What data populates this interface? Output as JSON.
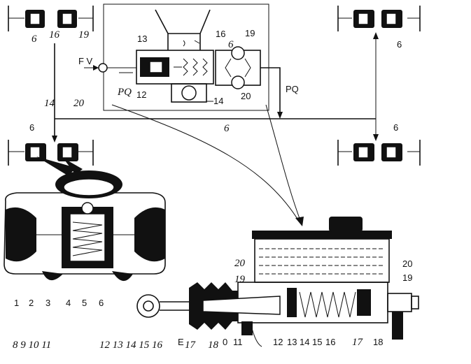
{
  "schematic": {
    "wheel_tl_labels": [
      "6",
      "16",
      "19"
    ],
    "valve_labels": {
      "top_left": "13",
      "top_right": "16",
      "check_top": "19",
      "check_top_num": "6",
      "check_bottom": "20",
      "piston": "12",
      "check_valve": "14"
    },
    "input_label": "F V",
    "pq_left": "PQ",
    "pq_right": "PQ",
    "left_line_14": "14",
    "left_line_20": "20",
    "main_line": "6",
    "wheel_labels": {
      "tr": "6",
      "ml": "6",
      "mr": "6"
    }
  },
  "caliper_labels": [
    "1",
    "2",
    "3",
    "4",
    "5",
    "6"
  ],
  "caliper_bottom": "8  9  10 11",
  "caliper_bottom_right": "12 13 14 15 16",
  "master_labels": {
    "top_20": "20",
    "top_19": "19",
    "right_20": "20",
    "right_19": "19",
    "bottom": [
      "E",
      "17",
      "18",
      "0",
      "11",
      "12",
      "13",
      "14",
      "15",
      "16",
      "17",
      "18"
    ]
  }
}
